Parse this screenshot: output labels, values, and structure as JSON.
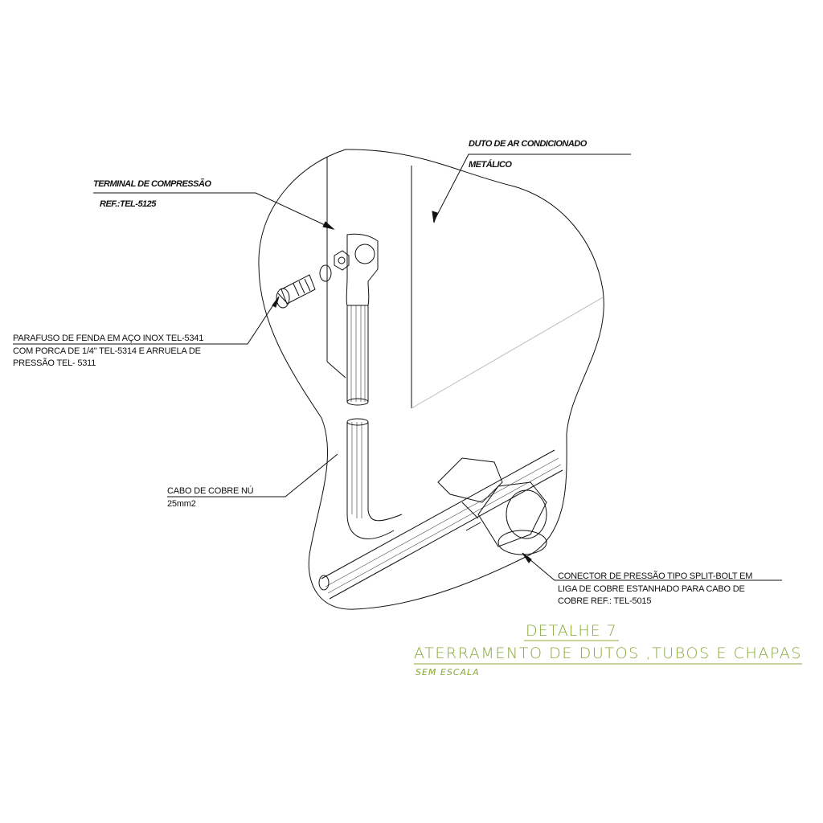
{
  "labels": {
    "duct": {
      "line1": "DUTO DE AR CONDICIONADO",
      "line2": "METÁLICO"
    },
    "terminal": {
      "line1": "TERMINAL DE COMPRESSÃO",
      "line2": "REF.:TEL-5125"
    },
    "screw": {
      "line1": "PARAFUSO DE FENDA EM AÇO INOX TEL-5341",
      "line2": "COM PORCA DE 1/4\" TEL-5314 E ARRUELA DE",
      "line3": "PRESSÃO TEL- 5311"
    },
    "cable": {
      "line1": "CABO DE COBRE NÚ",
      "line2": "25mm2"
    },
    "connector": {
      "line1": "CONECTOR DE PRESSÃO TIPO SPLIT-BOLT  EM",
      "line2": "LIGA DE COBRE ESTANHADO PARA CABO DE",
      "line3": "COBRE REF.: TEL-5015"
    }
  },
  "title": {
    "detail": "DETALHE 7",
    "name": "ATERRAMENTO DE DUTOS ,TUBOS E CHAPAS",
    "scale": "SEM ESCALA"
  },
  "colors": {
    "title": "#8aa83a",
    "line": "#111111"
  }
}
